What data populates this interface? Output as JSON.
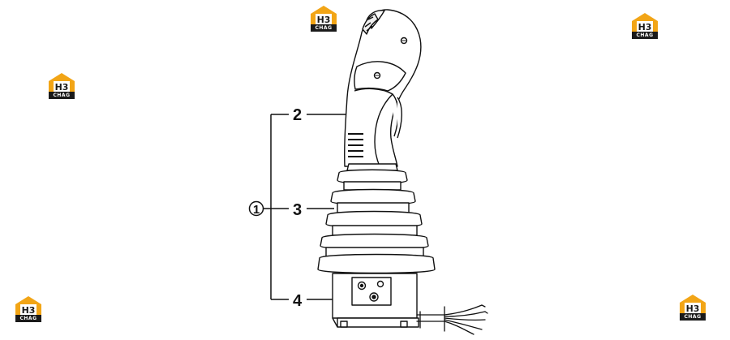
{
  "watermark": {
    "logo_text": "H3",
    "tag_text": "CHAG",
    "colors": {
      "orange": "#f2a516",
      "dark": "#1a1a1a"
    }
  },
  "callouts": {
    "assembly": "1",
    "handle": "2",
    "boot": "3",
    "base": "4"
  }
}
